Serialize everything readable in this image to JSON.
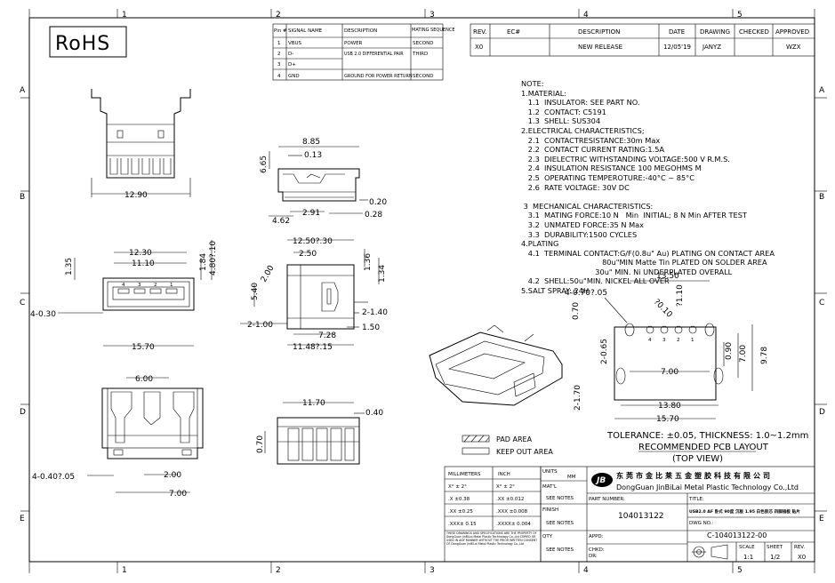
{
  "border": {
    "cols": [
      "1",
      "2",
      "3",
      "4",
      "5"
    ],
    "rows": [
      "A",
      "B",
      "C",
      "D",
      "E"
    ]
  },
  "rohs": "RoHS",
  "pin_table": {
    "headers": [
      "Pin #",
      "SIGNAL NAME",
      "DESCRIPTION",
      "MATING SEQUENCE"
    ],
    "rows": [
      [
        "1",
        "VBUS",
        "POWER",
        "SECOND"
      ],
      [
        "2",
        "D-",
        "USB 2.0 DIFFERENTIAL PAIR",
        "THIRD"
      ],
      [
        "3",
        "D+",
        "",
        ""
      ],
      [
        "4",
        "GND",
        "GROUND FOR POWER RETURN",
        "SECOND"
      ]
    ]
  },
  "revision": {
    "headers": [
      "REV.",
      "EC#",
      "DESCRIPTION",
      "DATE",
      "DRAWING",
      "CHECKED",
      "APPROVED"
    ],
    "row": [
      "X0",
      "",
      "NEW RELEASE",
      "12/05'19",
      "JANYZ",
      "",
      "WZX"
    ]
  },
  "notes": [
    "NOTE:",
    "1.MATERIAL:",
    "   1.1  INSULATOR: SEE PART NO.",
    "   1.2  CONTACT: C5191",
    "   1.3  SHELL: SUS304",
    "2.ELECTRICAL CHARACTERISTICS;",
    "   2.1  CONTACTRESISTANCE:30m Max",
    "   2.2  CONTACT CURRENT RATING:1.5A",
    "   2.3  DIELECTRIC WITHSTANDING VOLTAGE:500 V R.M.S.",
    "   2.4  INSULATION RESISTANCE 100 MEGOHMS M",
    "   2.5  OPERATING TEMPEROTURE:-40°C ~ 85°C",
    "   2.6  RATE VOLTAGE: 30V DC",
    "",
    " 3  MECHANICAL CHARACTERISTICS:",
    "   3.1  MATING FORCE:10 N   Min  INITIAL; 8 N Min AFTER TEST",
    "   3.2  UNMATED FORCE:35 N Max",
    "   3.3  DURABILITY:1500 CYCLES",
    "4.PLATING",
    "   4.1  TERMINAL CONTACT:G/F(0.8u\" Au) PLATING ON CONTACT AREA",
    "                                   80u\"MIN Matte Tin PLATED ON SOLDER AREA",
    "                                30u\" MIN. Ni UNDERPLATED OVERALL",
    "   4.2  SHELL:50u\"MIN. NICKEL ALL OVER",
    "5.SALT SPRAY: 24H"
  ],
  "dims": {
    "d12_90": "12.90",
    "d8_85": "8.85",
    "d0_13": "0.13",
    "d6_65": "6.65",
    "d0_20": "0.20",
    "d2_91": "2.91",
    "d0_28": "0.28",
    "d4_62": "4.62",
    "d12_30": "12.30",
    "d11_10": "11.10",
    "d1_84": "1.84",
    "d4_80": "4.80?.10",
    "d1_35": "1.35",
    "d4_0_30": "4-0.30",
    "d15_70": "15.70",
    "d12_50": "12.50?.30",
    "d2_50": "2.50",
    "d1_36": "1.36",
    "d1_34": "1.34",
    "d5_40": "5.40",
    "d2_1_00": "2-1.00",
    "d7_28": "7.28",
    "d11_48": "11.48?.15",
    "d2_1_40": "2-1.40",
    "d1_50": "1.50",
    "d6_00": "6.00",
    "d4_0_40": "4-0.40?.05",
    "d2_00": "2.00",
    "d7_00b": "7.00",
    "d11_70": "11.70",
    "d0_40": "0.40",
    "d0_70b": "0.70",
    "p13_50": "13.50",
    "p4_0_70": "4-0.70?.05",
    "p0_70": "0.70",
    "p1_10": "?1.10",
    "p0_10": "?0.10",
    "p2_0_65": "2-0.65",
    "p0_90": "0.90",
    "p7_00v": "7.00",
    "p9_78": "9.78",
    "p7_00h": "7.00",
    "p2_1_70": "2-1.70",
    "p13_80": "13.80",
    "p15_70": "15.70",
    "pin_nums": [
      "4",
      "3",
      "2",
      "1"
    ]
  },
  "pcb": {
    "tolerance": "TOLERANCE: ±0.05, THICKNESS: 1.0~1.2mm",
    "layout": "RECOMMENDED PCB LAYOUT",
    "view": "(TOP VIEW)"
  },
  "legend": {
    "pad": "PAD AREA",
    "keepout": "KEEP OUT AREA"
  },
  "tolerance_table": {
    "h_mm": "MILLIMETERS",
    "h_inch": "INCH",
    "r1": [
      "X° ± 2°",
      "X° ± 2°"
    ],
    "r2": [
      ".X  ±0.38",
      ".XX  ±0.012"
    ],
    "r3": [
      ".XX  ±0.25",
      ".XXX ±0.008"
    ],
    "r4": [
      ".XXX± 0.15",
      ".XXXX± 0.004"
    ],
    "legal": "THESE DRAWINGS AND SPECIFICATIONS ARE THE PROPERTY OF DongGuan JinBiLai Metal Plastic Technology Co.,Ltd COPIED OR USED IN ANY MANNER WITHOUT THE PRIOR WRITTEN CONSENT OF DongGuan JinBiLai Metal Plastic Technology Co.,Ltd"
  },
  "title_block": {
    "units_label": "UNITS",
    "units": "MM",
    "matl": "MAT'L",
    "finish": "FINISH",
    "qty": "QTY",
    "see_notes": "SEE NOTES",
    "company_cn": "东莞市金比莱五金塑胶科技有限公司",
    "company_en": "DongGuan JinBiLai Metal Plastic Technology Co.,Ltd",
    "part_number_label": "PART NUMBER:",
    "part_number": "104013122",
    "title_label": "TITLE:",
    "title": "USB2.0 AF 卧式 90度 沉板 1.95 白色胶芯 四脚插板 贴片",
    "appd": "APPD:",
    "chkd": "CHKD:",
    "dr": "DR:",
    "dwg_no_label": "DWG NO.:",
    "dwg_no": "C-104013122-00",
    "scale_label": "SCALE",
    "sheet_label": "SHEET",
    "rev_label": "REV.",
    "scale": "1:1",
    "sheet": "1/2",
    "rev": "X0"
  }
}
